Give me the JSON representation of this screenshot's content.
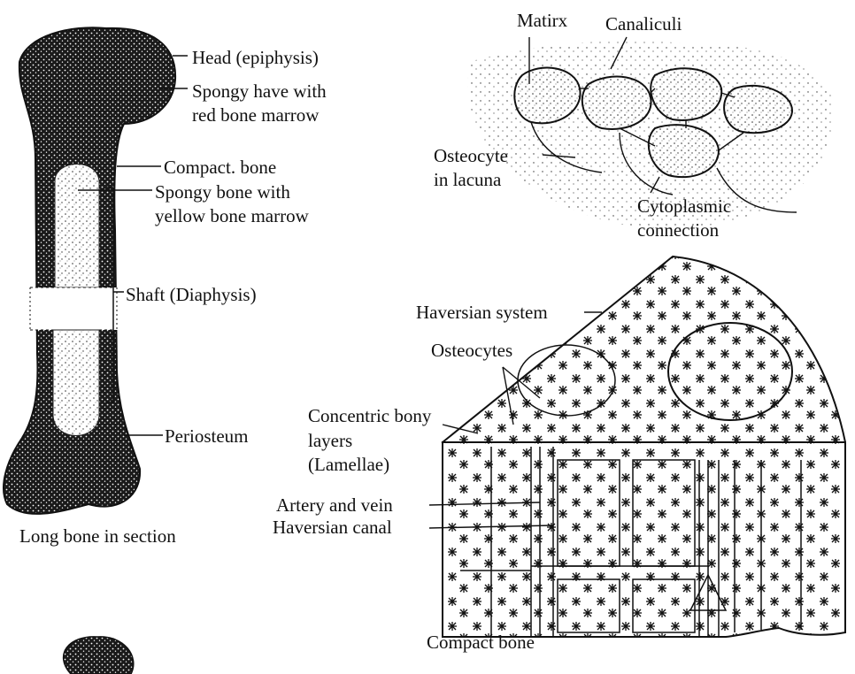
{
  "long_bone": {
    "caption": "Long bone in section",
    "labels": {
      "head_epiphysis": "Head (epiphysis)",
      "spongy_red_1": "Spongy have with",
      "spongy_red_2": "red bone marrow",
      "compact_bone": "Compact. bone",
      "spongy_yellow_1": "Spongy bone with",
      "spongy_yellow_2": "yellow bone marrow",
      "shaft": "Shaft (Diaphysis)",
      "periosteum": "Periosteum"
    }
  },
  "osteocyte_detail": {
    "labels": {
      "matrix": "Matirx",
      "canaliculi": "Canaliculi",
      "osteocyte_1": "Osteocyte",
      "osteocyte_2": "in lacuna",
      "cytoplasmic_1": "Cytoplasmic",
      "cytoplasmic_2": "connection"
    }
  },
  "compact_bone_block": {
    "caption": "Compact bone",
    "labels": {
      "haversian_system": "Haversian system",
      "osteocytes": "Osteocytes",
      "concentric_1": "Concentric bony",
      "concentric_2": "layers",
      "concentric_3": "(Lamellae)",
      "artery_vein": "Artery and vein",
      "haversian_canal": "Haversian canal"
    }
  },
  "colors": {
    "ink": "#111111",
    "paper": "#ffffff",
    "stipple": "#333333"
  }
}
